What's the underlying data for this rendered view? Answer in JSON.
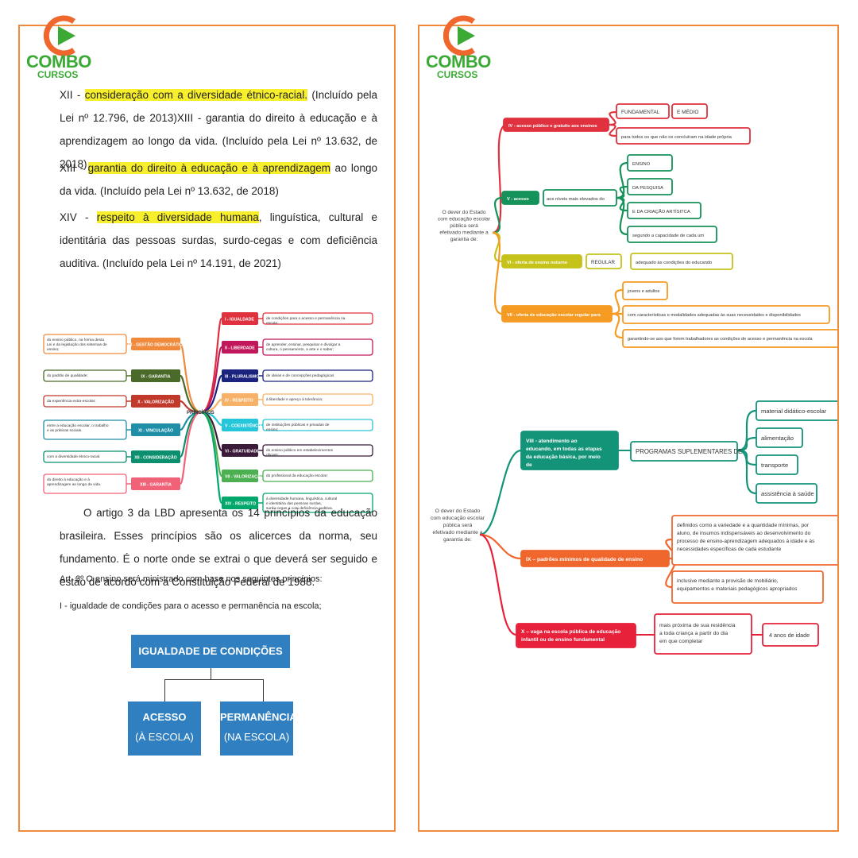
{
  "brand": {
    "line1": "COMBO",
    "line2": "CURSOS",
    "green": "#3aaa35",
    "orange": "#f08a3c"
  },
  "left": {
    "p1": {
      "prefix": "XII - ",
      "highlight": "consideração com a diversidade étnico-racial.",
      "rest": " (Incluído pela Lei nº 12.796, de 2013)XIII - garantia do direito à educação e à aprendizagem ao longo da vida. (Incluído pela Lei nº 13.632, de 2018)"
    },
    "p2": {
      "prefix": "XIII - ",
      "highlight": "garantia do direito à educação e à aprendizagem",
      "rest": " ao longo da vida. (Incluído pela Lei nº 13.632, de 2018)"
    },
    "p3": {
      "prefix": "XIV - ",
      "highlight": "respeito à diversidade humana",
      "rest": ", linguística, cultural e identitária das pessoas surdas, surdo-cegas e com deficiência auditiva. (Incluído pela Lei nº 14.191, de 2021)"
    },
    "mindmap": {
      "center": "PRINCÍPIOS",
      "right": [
        {
          "label": "I - IGUALDADE",
          "text": "de condições para o acesso e permanência na escola;",
          "color": "#e0323e"
        },
        {
          "label": "II - LIBERDADE",
          "text": "de aprender, ensinar, pesquisar e divulgar a cultura, o pensamento, a arte e o saber;",
          "color": "#c2185b"
        },
        {
          "label": "III - PLURALISMO",
          "text": "de ideias e de concepções pedagógicas",
          "color": "#1a237e"
        },
        {
          "label": "IV - RESPEITO",
          "text": "à liberdade e apreço à tolerância;",
          "color": "#f7b267"
        },
        {
          "label": "V - COEXISTÊNCIA",
          "text": "de instituições públicas e privadas de ensino;",
          "color": "#26c6da"
        },
        {
          "label": "VI - GRATUIDADE",
          "text": "do ensino público em estabelecimentos oficiais;",
          "color": "#3b1a3a"
        },
        {
          "label": "VII - VALORIZAÇÃO",
          "text": "do profissional da educação escolar;",
          "color": "#4caf50"
        },
        {
          "label": "XIV - RESPEITO",
          "text": "à diversidade humana, linguística, cultural e identitária das pessoas surdas, surdo-cegas e com deficiência auditiva.",
          "color": "#00a86b"
        }
      ],
      "left": [
        {
          "label": "VIII - GESTÃO DEMOCRÁTICA",
          "text": "do ensino público, na forma desta Lei e da legislação dos sistemas de ensino;",
          "color": "#f08a3c"
        },
        {
          "label": "IX - GARANTIA",
          "text": "do padrão de qualidade;",
          "color": "#4a6a2a"
        },
        {
          "label": "X - VALORIZAÇÃO",
          "text": "da experiência extra-escolar;",
          "color": "#c0392b"
        },
        {
          "label": "XI - VINCULAÇÃO",
          "text": "entre a educação escolar, o trabalho e as práticas sociais.",
          "color": "#1f8fa8"
        },
        {
          "label": "XII - CONSIDERAÇÃO",
          "text": "com a diversidade étnico-racial.",
          "color": "#0b8f6e"
        },
        {
          "label": "XIII - GARANTIA",
          "text": "do direito à educação e à aprendizagem ao longo da vida.",
          "color": "#f06277"
        }
      ]
    },
    "p4": "O artigo 3 da LBD apresenta os 14 princípios da educação brasileira. Esses princípios são os alicerces da norma, seu fundamento. É o norte onde se extrai o que deverá ser seguido e estão de acordo com a Constituição Federal de 1988.",
    "art": "Art. 3º O ensino será ministrado com base nos seguintes princípios:",
    "item1": "I - igualdade de condições para o acesso e permanência na escola;",
    "diagram": {
      "top": "IGUALDADE  DE CONDIÇÕES",
      "left_title": "ACESSO",
      "left_sub": "(À ESCOLA)",
      "right_title": "PERMANÊNCIA",
      "right_sub": "(NA ESCOLA)",
      "color": "#2f7fc1"
    }
  },
  "right": {
    "map1": {
      "root": "O dever do Estado com educação escolar pública será efetivado mediante a garantia de:",
      "iv": {
        "label": "IV - acesso público e gratuito aos ensinos",
        "color": "#e0323e",
        "children": [
          "FUNDAMENTAL",
          "E MÉDIO",
          "para todos os que não os concluíram na idade própria"
        ]
      },
      "v": {
        "label": "V - acesso",
        "mid": "aos níveis mais elevados do",
        "color": "#15925a",
        "children": [
          "ENSINO",
          "DA PESQUISA",
          "E DA CRIAÇÃO ARTÍSITCA",
          "segundo a capacidade de cada um"
        ]
      },
      "vi": {
        "label": "VI - oferta de ensino noturno",
        "mid": "REGULAR",
        "text": "adequado às condições do educando",
        "color": "#c5c21a"
      },
      "vii": {
        "label": "VII - oferta de educação escolar regular para",
        "color": "#f59a23",
        "children": [
          "jovens e adultos",
          "com características e modalidades adequadas às suas necessidades e disponibilidades",
          "garantindo-se aos que forem trabalhadores as condições de acesso e permanência na escola"
        ]
      }
    },
    "map2": {
      "root": "O dever do Estado com educação escolar pública será efetivado mediante a garantia de:",
      "viii": {
        "label": "VIII - atendimento ao educando, em todas as etapas da educação básica, por meio de",
        "mid": "PROGRAMAS SUPLEMENTARES DE",
        "color": "#139478",
        "children": [
          "material didático-escolar",
          "alimentação",
          "transporte",
          "assistência à saúde"
        ]
      },
      "ix": {
        "label": "IX – padrões mínimos de qualidade de ensino",
        "color": "#f0672e",
        "children": [
          "definidos como a variedade e a quantidade mínimas, por aluno, de insumos indispensáveis ao desenvolvimento do processo de ensino-aprendizagem adequados à idade e às necessidades específicas de cada estudante",
          "inclusive mediante a provisão de mobiliário, equipamentos e materiais pedagógicos apropriados"
        ]
      },
      "x": {
        "label": "X – vaga na escola pública de educação infantil ou de ensino fundamental",
        "mid": "mais próxima de sua residência a toda criança a partir do dia em que completar",
        "text": "4 anos de idade",
        "color": "#e8213b"
      }
    }
  }
}
